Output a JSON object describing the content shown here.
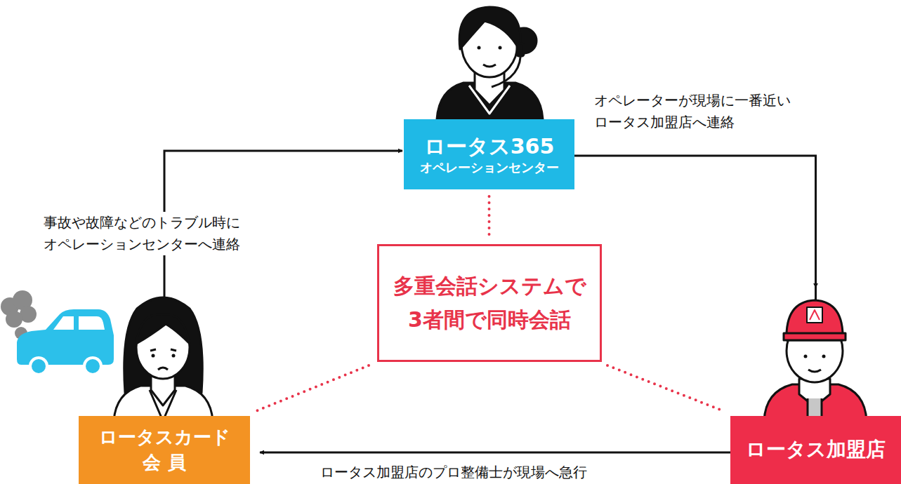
{
  "diagram": {
    "nodes": [
      {
        "text": [
          "ロータス365",
          "オペレーションセンター"
        ]
      },
      {
        "text": [
          "多重会話システムで 3者間で同時会話"
        ]
      },
      {
        "text": [
          "ロータスカード 会 員"
        ]
      },
      {
        "text": [
          "ロータス加盟店"
        ]
      }
    ],
    "edges": [
      {
        "from": 2,
        "to": 0,
        "arrow": "to",
        "label": "事故や故障などのトラブル時に オペレーションセンターへ連絡"
      },
      {
        "from": 0,
        "to": 3,
        "arrow": "to",
        "label": "オペレーターが現場に一番近い ロータス加盟店へ連絡"
      },
      {
        "from": 3,
        "to": 2,
        "arrow": "to",
        "label": "ロータス加盟店のプロ整備士が現場へ急行"
      },
      {
        "from": 0,
        "to": 1,
        "arrow": "none"
      },
      {
        "from": 1,
        "to": 2,
        "arrow": "none"
      },
      {
        "from": 1,
        "to": 3,
        "arrow": "none"
      }
    ]
  }
}
